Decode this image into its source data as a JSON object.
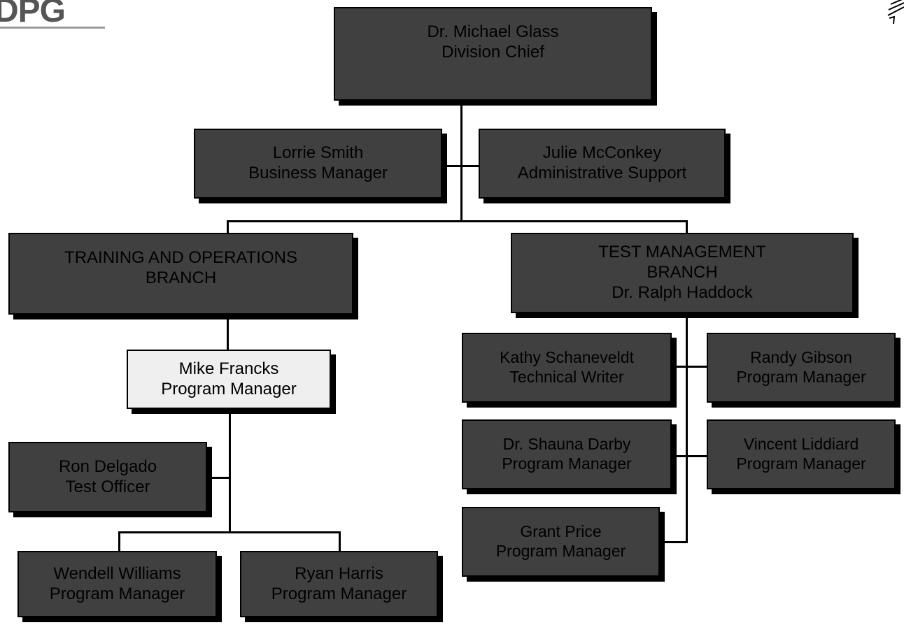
{
  "logo": {
    "text": "DPG"
  },
  "chief": {
    "name": "Dr. Michael Glass",
    "title": "Division Chief"
  },
  "staff": [
    {
      "name": "Lorrie Smith",
      "title": "Business Manager"
    },
    {
      "name": "Julie McConkey",
      "title": "Administrative Support"
    }
  ],
  "training_branch": {
    "line1": "TRAINING AND OPERATIONS",
    "line2": "BRANCH",
    "lead": {
      "name": "Mike Francks",
      "title": "Program Manager"
    },
    "officer": {
      "name": "Ron Delgado",
      "title": "Test Officer"
    },
    "members": [
      {
        "name": "Wendell Williams",
        "title": "Program Manager"
      },
      {
        "name": "Ryan Harris",
        "title": "Program Manager"
      }
    ]
  },
  "test_branch": {
    "line1": "TEST MANAGEMENT",
    "line2": "BRANCH",
    "line3": "Dr. Ralph Haddock",
    "members": [
      {
        "name": "Kathy Schaneveldt",
        "title": "Technical Writer"
      },
      {
        "name": "Randy Gibson",
        "title": "Program Manager"
      },
      {
        "name": "Dr. Shauna Darby",
        "title": "Program Manager"
      },
      {
        "name": "Vincent Liddiard",
        "title": "Program Manager"
      },
      {
        "name": "Grant Price",
        "title": "Program Manager"
      }
    ]
  },
  "colors": {
    "box_fill": "#404040",
    "highlight_fill": "#efefef",
    "line": "#000000"
  }
}
